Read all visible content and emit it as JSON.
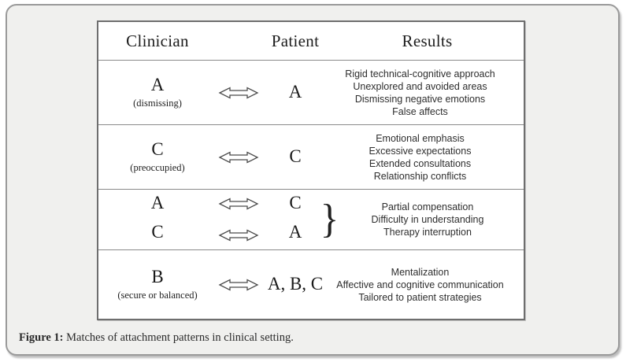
{
  "table": {
    "headers": {
      "clinician": "Clinician",
      "patient": "Patient",
      "results": "Results"
    },
    "rows": [
      {
        "clinician_letter": "A",
        "clinician_sublabel": "(dismissing)",
        "patient_letter": "A",
        "results": [
          "Rigid technical-cognitive approach",
          "Unexplored and avoided areas",
          "Dismissing negative emotions",
          "False affects"
        ]
      },
      {
        "clinician_letter": "C",
        "clinician_sublabel": "(preoccupied)",
        "patient_letter": "C",
        "results": [
          "Emotional emphasis",
          "Excessive expectations",
          "Extended consultations",
          "Relationship conflicts"
        ]
      },
      {
        "pairs": [
          {
            "clinician_letter": "A",
            "patient_letter": "C"
          },
          {
            "clinician_letter": "C",
            "patient_letter": "A"
          }
        ],
        "brace": "}",
        "results": [
          "Partial compensation",
          "Difficulty in understanding",
          "Therapy interruption"
        ]
      },
      {
        "clinician_letter": "B",
        "clinician_sublabel": "(secure or balanced)",
        "patient_letter": "A, B, C",
        "results": [
          "Mentalization",
          "Affective and cognitive communication",
          "Tailored to patient strategies"
        ]
      }
    ]
  },
  "caption": {
    "label": "Figure 1:",
    "text": "Matches of attachment patterns in clinical setting."
  },
  "icons": {
    "double_arrow": "hollow double-headed horizontal arrow"
  },
  "colors": {
    "panel_bg": "#f0f0ee",
    "panel_border": "#9a9a9a",
    "table_bg": "#ffffff",
    "table_border": "#6e6e6e",
    "divider": "#8a8a8a",
    "text": "#1f1f1f"
  }
}
